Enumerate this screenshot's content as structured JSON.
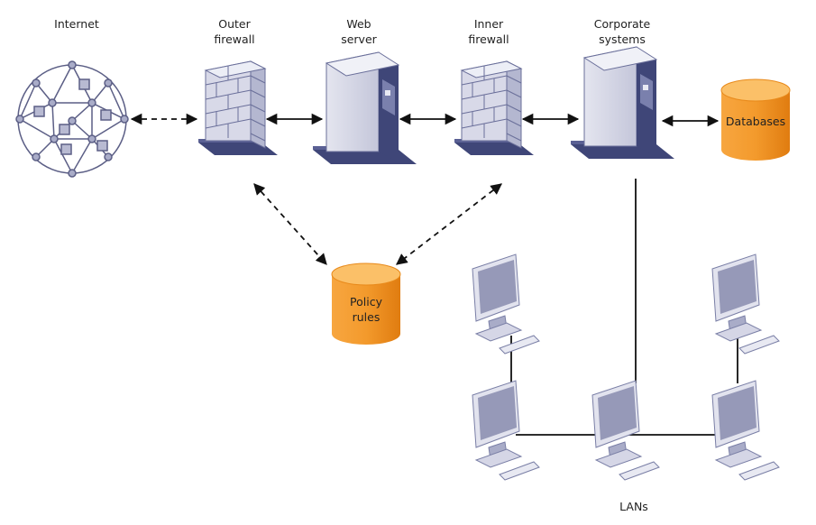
{
  "nodes": {
    "internet": {
      "label": "Internet",
      "icon": "network-globe-icon"
    },
    "outer_firewall": {
      "label_line1": "Outer",
      "label_line2": "firewall",
      "icon": "firewall-icon"
    },
    "web_server": {
      "label_line1": "Web",
      "label_line2": "server",
      "icon": "server-icon"
    },
    "inner_firewall": {
      "label_line1": "Inner",
      "label_line2": "firewall",
      "icon": "firewall-icon"
    },
    "corporate_systems": {
      "label_line1": "Corporate",
      "label_line2": "systems",
      "icon": "server-icon"
    },
    "databases": {
      "label": "Databases",
      "icon": "database-icon"
    },
    "policy_rules": {
      "label_line1": "Policy",
      "label_line2": "rules",
      "icon": "database-icon"
    },
    "lans": {
      "label": "LANs",
      "icon": "computer-icon",
      "computer_count": 5
    }
  },
  "edges": [
    {
      "from": "Internet",
      "to": "Outer firewall",
      "style": "dashed",
      "arrows": "both"
    },
    {
      "from": "Outer firewall",
      "to": "Web server",
      "style": "solid",
      "arrows": "both"
    },
    {
      "from": "Web server",
      "to": "Inner firewall",
      "style": "solid",
      "arrows": "both"
    },
    {
      "from": "Inner firewall",
      "to": "Corporate systems",
      "style": "solid",
      "arrows": "both"
    },
    {
      "from": "Corporate systems",
      "to": "Databases",
      "style": "solid",
      "arrows": "both"
    },
    {
      "from": "Outer firewall",
      "to": "Policy rules",
      "style": "dashed",
      "arrows": "both"
    },
    {
      "from": "Inner firewall",
      "to": "Policy rules",
      "style": "dashed",
      "arrows": "both"
    },
    {
      "from": "Corporate systems",
      "to": "LANs",
      "style": "solid",
      "arrows": "none"
    }
  ],
  "colors": {
    "device": "#c9cbe0",
    "device_dark": "#3f4678",
    "storage": "#f08a1c",
    "line": "#111111"
  }
}
